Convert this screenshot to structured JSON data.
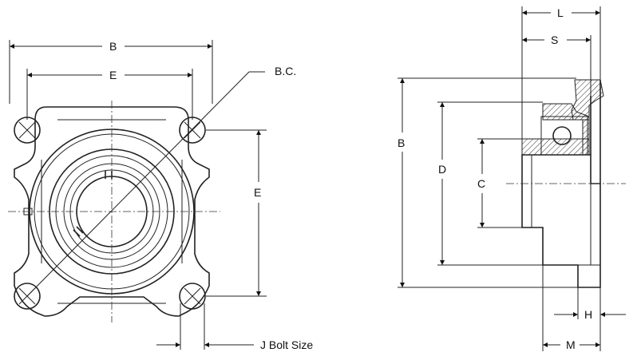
{
  "diagram": {
    "front_view": {
      "dim_overall_width": "B",
      "dim_bolt_spacing_h": "E",
      "dim_bolt_spacing_v": "E",
      "dim_bolt_circle": "B.C.",
      "dim_bolt_size": "J Bolt Size"
    },
    "side_view": {
      "dim_height": "B",
      "dim_d": "D",
      "dim_c": "C",
      "dim_l": "L",
      "dim_s": "S",
      "dim_h": "H",
      "dim_m": "M"
    }
  }
}
